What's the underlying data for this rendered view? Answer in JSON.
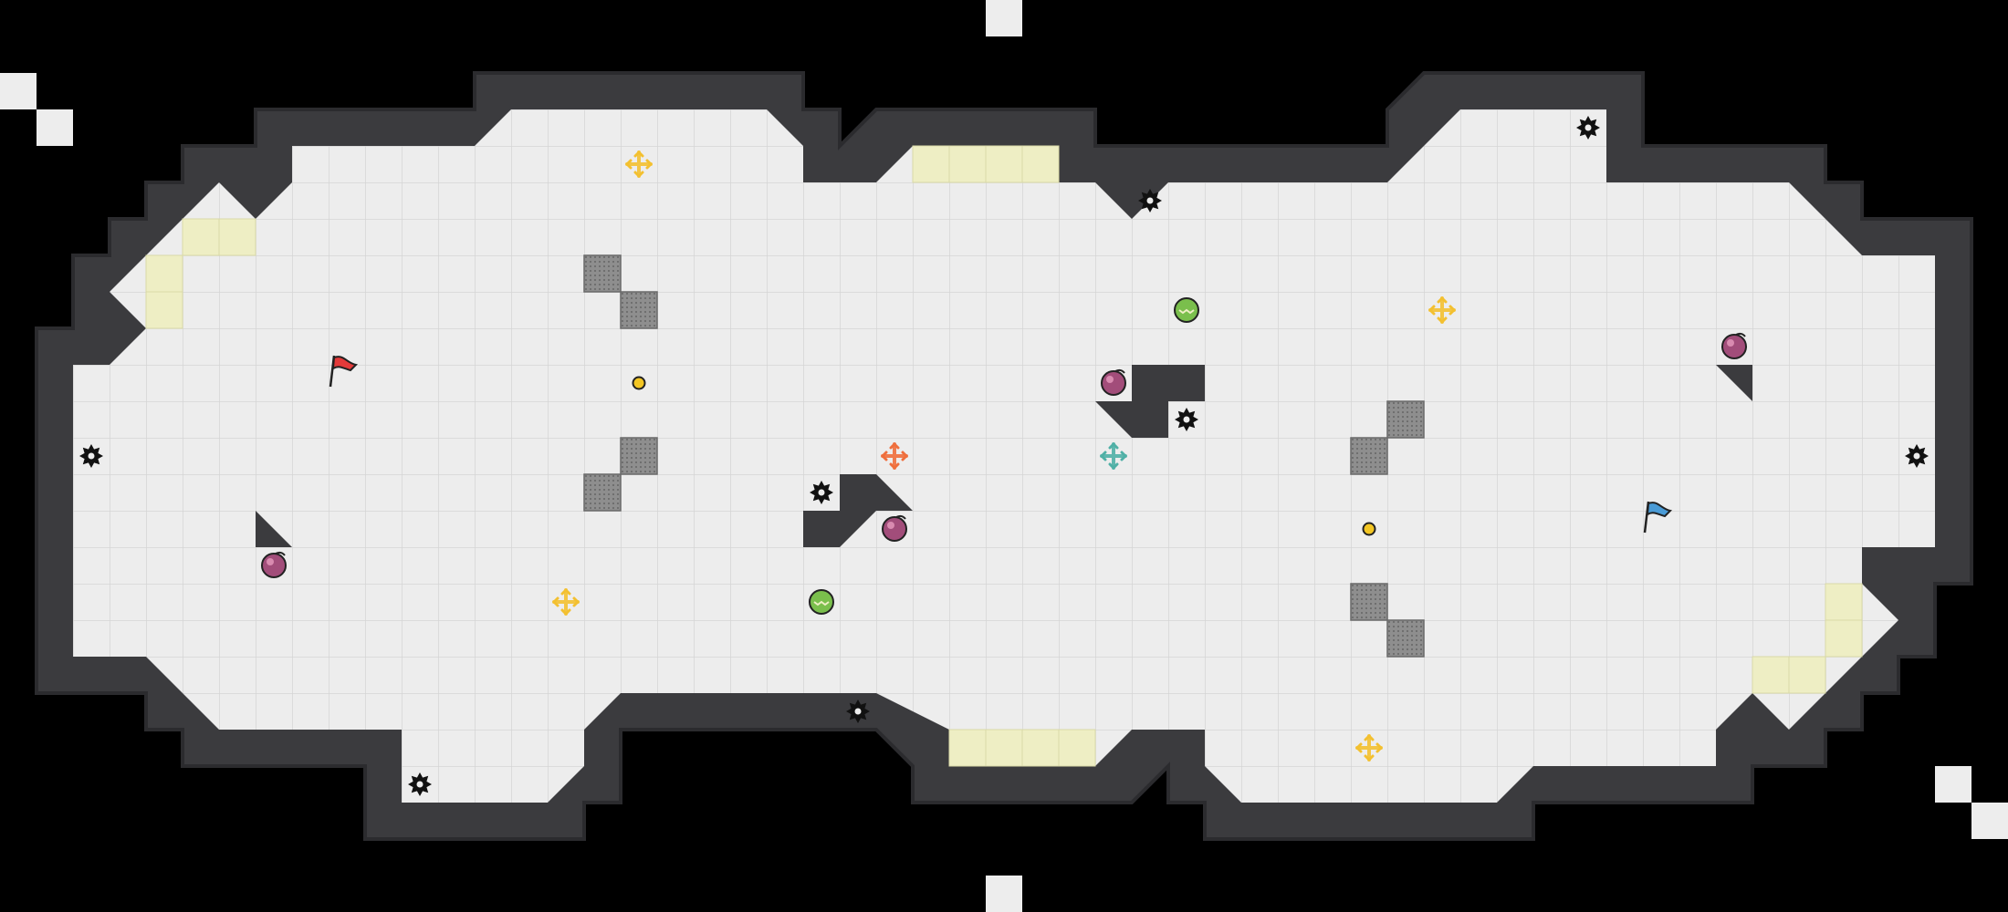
{
  "game": {
    "title": "",
    "colors": {
      "background": "#000000",
      "wall": "#3b3b3e",
      "wall_edge": "#2b2b2e",
      "floor": "#ededed",
      "grid_line": "#d7d7d7",
      "bounce_pad": "#eeeec4",
      "metal_block": "#8d8d8d",
      "sawblade": "#111111",
      "coin": "#f3c623",
      "gem": "#a24d7a",
      "green_orb": "#7abf4c",
      "flag_start": "#e43a3a",
      "flag_goal": "#4a9bd6",
      "cross_gold": "#f3c030",
      "cross_orange": "#ef6e3c",
      "cross_teal": "#4fb0a6"
    },
    "entities": {
      "flags": [
        {
          "name": "start-flag",
          "kind": "start",
          "col": 9,
          "row": 10
        },
        {
          "name": "goal-flag",
          "kind": "goal",
          "col": 45,
          "row": 14
        }
      ],
      "sawblades": [
        {
          "col": 43,
          "row": 3
        },
        {
          "col": 31,
          "row": 5
        },
        {
          "col": 2,
          "row": 12
        },
        {
          "col": 32,
          "row": 11
        },
        {
          "col": 52,
          "row": 12
        },
        {
          "col": 22,
          "row": 13
        },
        {
          "col": 23,
          "row": 19
        },
        {
          "col": 11,
          "row": 21
        }
      ],
      "gems": [
        {
          "col": 47,
          "row": 9
        },
        {
          "col": 30,
          "row": 10
        },
        {
          "col": 24,
          "row": 14
        },
        {
          "col": 7,
          "row": 15
        }
      ],
      "green_orbs": [
        {
          "col": 32,
          "row": 8
        },
        {
          "col": 22,
          "row": 16
        }
      ],
      "coins": [
        {
          "col": 17,
          "row": 10
        },
        {
          "col": 37,
          "row": 14
        }
      ],
      "crosses": [
        {
          "kind": "gold",
          "col": 17,
          "row": 4
        },
        {
          "kind": "gold",
          "col": 39,
          "row": 8
        },
        {
          "kind": "gold",
          "col": 15,
          "row": 16
        },
        {
          "kind": "gold",
          "col": 37,
          "row": 20
        },
        {
          "kind": "orange",
          "col": 24,
          "row": 12
        },
        {
          "kind": "teal",
          "col": 30,
          "row": 12
        }
      ]
    }
  }
}
